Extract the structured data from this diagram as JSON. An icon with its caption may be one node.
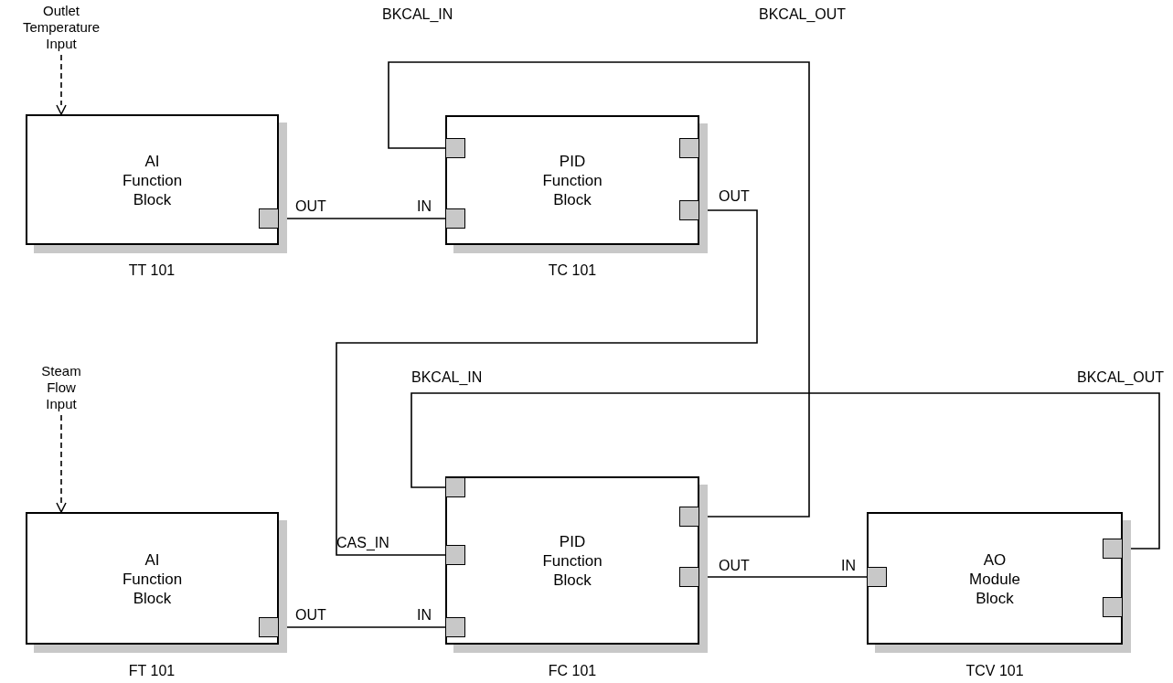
{
  "diagram": {
    "nodes": [
      {
        "text": [
          "Outlet Temperature Input"
        ]
      },
      {
        "text": [
          "AI Function Block"
        ],
        "beside": [
          "TT 101"
        ]
      },
      {
        "text": [],
        "shape": "box",
        "in": 1,
        "beside": [
          "OUT"
        ]
      },
      {
        "text": [
          "PID Function Block"
        ],
        "beside": [
          "TC 101"
        ]
      },
      {
        "text": [],
        "shape": "box",
        "in": 3
      },
      {
        "text": [],
        "shape": "box",
        "in": 3,
        "beside": [
          "IN"
        ]
      },
      {
        "text": [],
        "shape": "box",
        "in": 3
      },
      {
        "text": [],
        "shape": "box",
        "in": 3,
        "beside": [
          "OUT"
        ]
      },
      {
        "text": [
          "Steam Flow Input"
        ]
      },
      {
        "text": [
          "AI Function Block"
        ],
        "beside": [
          "FT 101"
        ]
      },
      {
        "text": [],
        "shape": "box",
        "in": 9,
        "beside": [
          "OUT"
        ]
      },
      {
        "text": [
          "PID Function Block"
        ],
        "beside": [
          "FC 101"
        ]
      },
      {
        "text": [],
        "shape": "box",
        "in": 11
      },
      {
        "text": [],
        "shape": "box",
        "in": 11,
        "beside": [
          "CAS_IN"
        ]
      },
      {
        "text": [],
        "shape": "box",
        "in": 11,
        "beside": [
          "IN"
        ]
      },
      {
        "text": [],
        "shape": "box",
        "in": 11
      },
      {
        "text": [],
        "shape": "box",
        "in": 11,
        "beside": [
          "OUT"
        ]
      },
      {
        "text": [
          "AO Module Block"
        ],
        "beside": [
          "TCV 101"
        ]
      },
      {
        "text": [],
        "shape": "box",
        "in": 17,
        "beside": [
          "IN"
        ]
      },
      {
        "text": [],
        "shape": "box",
        "in": 17
      },
      {
        "text": [],
        "shape": "box",
        "in": 17
      }
    ],
    "edges": [
      {
        "from": 0,
        "to": 1,
        "arrow": "to",
        "style": "dashed"
      },
      {
        "from": 2,
        "to": 5,
        "arrow": "none"
      },
      {
        "from": 7,
        "to": 13,
        "arrow": "none"
      },
      {
        "from": 15,
        "to": 4,
        "arrow": "none"
      },
      {
        "from": 8,
        "to": 9,
        "arrow": "to",
        "style": "dashed"
      },
      {
        "from": 10,
        "to": 14,
        "arrow": "none"
      },
      {
        "from": 16,
        "to": 18,
        "arrow": "none"
      },
      {
        "from": 19,
        "to": 12,
        "arrow": "none"
      }
    ],
    "labels": [
      "BKCAL_IN",
      "BKCAL_OUT",
      "BKCAL_IN",
      "BKCAL_OUT"
    ]
  }
}
